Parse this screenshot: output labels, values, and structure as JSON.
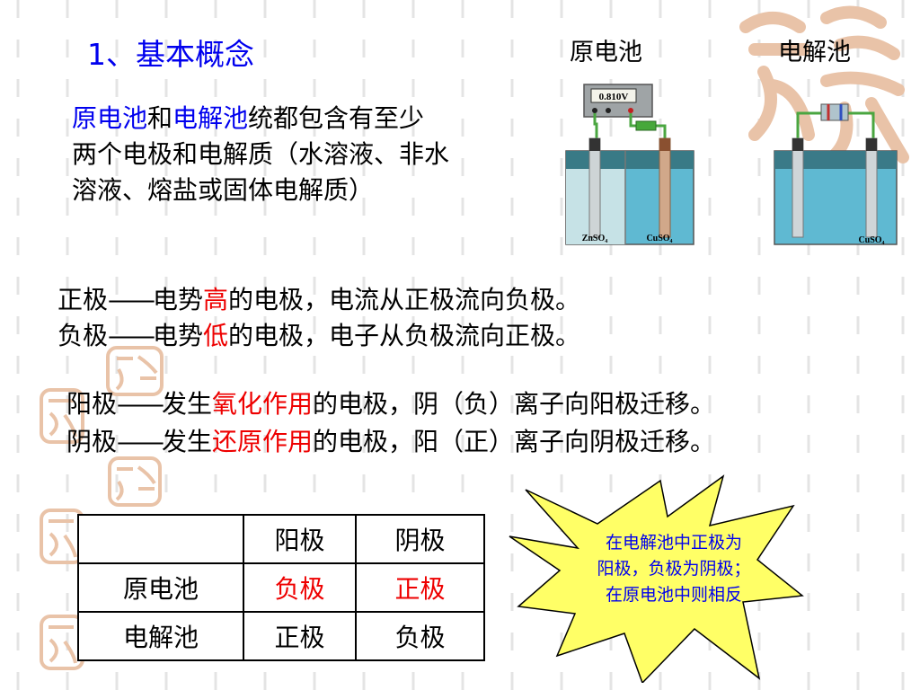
{
  "title": "1、基本概念",
  "cells": {
    "galvanic_label": "原电池",
    "electrolytic_label": "电解池",
    "meter_reading": "0.810V",
    "galvanic_left_solution": "ZnSO₄",
    "galvanic_right_solution": "CuSO₄",
    "electrolytic_solution": "CuSO₄"
  },
  "intro": {
    "term1": "原电池",
    "conj": "和",
    "term2": "电解池",
    "rest": "统都包含有至少两个电极和电解质（水溶液、非水溶液、熔盐或固体电解质）"
  },
  "definitions": {
    "positive": {
      "term": "正极",
      "dash": "——",
      "pre": "电势",
      "key": "高",
      "post": "的电极，电流从正极流向负极。"
    },
    "negative": {
      "term": "负极",
      "dash": "——",
      "pre": "电势",
      "key": "低",
      "post": "的电极，电子从负极流向正极。"
    },
    "anode": {
      "term": "阳极",
      "dash": "——",
      "pre": "发生",
      "key": "氧化作用",
      "post": "的电极，阴（负）离子向阳极迁移。"
    },
    "cathode": {
      "term": "阴极",
      "dash": "——",
      "pre": "发生",
      "key": "还原作用",
      "post": "的电极，阳（正）离子向阴极迁移。"
    }
  },
  "table": {
    "headers": [
      "",
      "阳极",
      "阴极"
    ],
    "rows": [
      {
        "label": "原电池",
        "anode": "负极",
        "cathode": "正极"
      },
      {
        "label": "电解池",
        "anode": "正极",
        "cathode": "负极"
      }
    ]
  },
  "callout": {
    "line1": "在电解池中正极为",
    "line2": "阳极，负极为阴极；",
    "line3": "在原电池中则相反"
  },
  "colors": {
    "blue_text": "#0000ee",
    "red_text": "#ee0000",
    "star_fill": "#ffff66",
    "water": "#52b8d8",
    "watermark": "#e9c3a8"
  }
}
